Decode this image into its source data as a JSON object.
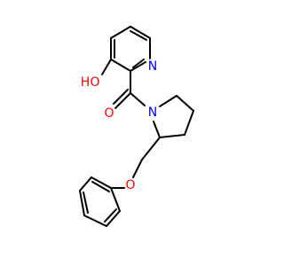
{
  "molecule": {
    "atoms": [
      {
        "id": "oh_o",
        "label": "O",
        "color": "#ff0000"
      },
      {
        "id": "oh_h",
        "label": "H",
        "color": "#ff0000"
      },
      {
        "id": "py_n",
        "label": "N",
        "color": "#0000ff"
      },
      {
        "id": "carbonyl_o",
        "label": "O",
        "color": "#ff0000"
      },
      {
        "id": "amide_n",
        "label": "N",
        "color": "#0000ff"
      },
      {
        "id": "ether_o",
        "label": "O",
        "color": "#ff0000"
      }
    ]
  }
}
